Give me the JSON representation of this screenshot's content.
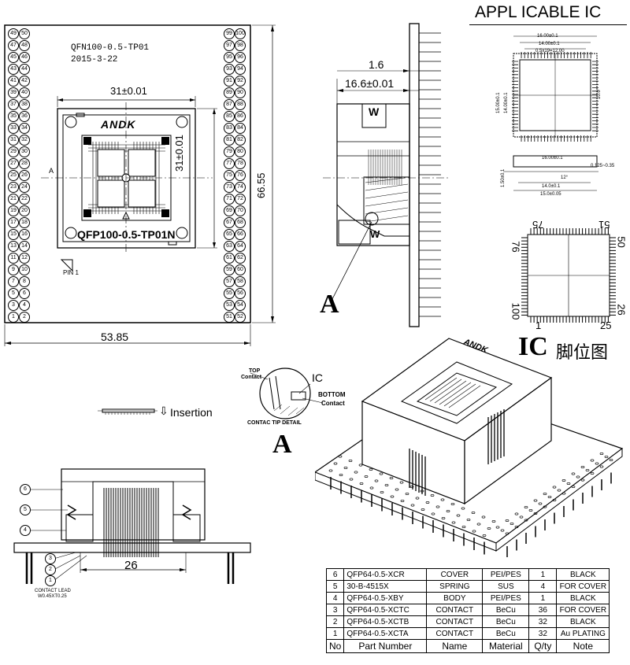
{
  "header": {
    "title": "APPL ICABLE IC"
  },
  "top_view": {
    "model": "QFN100-0.5-TP01",
    "date": "2015-3-22",
    "dim_top": "31±0.01",
    "dim_right": "31±0.01",
    "dim_height": "66.55",
    "dim_width": "53.85",
    "section_mark": "A",
    "logo": "ANDK",
    "part_label": "QFP100-0.5-TP01N",
    "pin1_label": "PIN 1",
    "left_pins": [
      "49 50",
      "47 48",
      "45 46",
      "43 44",
      "41 42",
      "39 40",
      "37 38",
      "35 36",
      "33 34",
      "31 32",
      "29 30",
      "27 28",
      "25 26",
      "23 24",
      "21 22",
      "19 20",
      "17 18",
      "15 16",
      "13 14",
      "11 12",
      "9 10",
      "7 8",
      "5 6",
      "3 4",
      "1 2"
    ],
    "right_pins": [
      "99 100",
      "97 98",
      "95 96",
      "93 94",
      "91 92",
      "89 90",
      "87 88",
      "85 86",
      "83 84",
      "81 82",
      "79 80",
      "77 78",
      "75 76",
      "73 74",
      "71 72",
      "69 70",
      "67 68",
      "65 66",
      "63 64",
      "61 62",
      "59 60",
      "57 58",
      "55 56",
      "53 54",
      "51 52"
    ]
  },
  "side_view": {
    "dim_a": "1.6",
    "dim_b": "16.6±0.01",
    "detail_label": "A",
    "w_label": "W"
  },
  "ic_drawing": {
    "dims_top": [
      "16.00±0.1",
      "14.00±0.1",
      "0.5x19=12.00"
    ],
    "dims_left": [
      "15.00±0.1",
      "14.00±0.1"
    ],
    "dim_right": "10.0",
    "side_dims": [
      "16.00±0.1",
      "0.125~0.35",
      "14.0±0.1",
      "15.0±0.05",
      "12°",
      "1.50±0.1"
    ],
    "pin_numbers": {
      "tl": "75",
      "tr": "51",
      "rt": "50",
      "lt": "76",
      "rb": "26",
      "lb": "100",
      "bl": "1",
      "br": "25"
    },
    "caption_ic": "IC",
    "caption_text": "脚位图"
  },
  "contact_detail": {
    "top": "TOP",
    "contact1": "Contact",
    "ic": "IC",
    "bottom": "BOTTOM",
    "contact2": "Contact",
    "caption": "CONTAC TIP DETAIL",
    "letter": "A"
  },
  "insertion": {
    "label": "Insertion",
    "arrow": "⇩"
  },
  "front_view": {
    "callouts": [
      "6",
      "5",
      "4",
      "3",
      "2",
      "1"
    ],
    "dim": "26",
    "lead_note_1": "CONTACT LEAD",
    "lead_note_2": "W0.45XT0.25"
  },
  "iso_logo": "ANDK",
  "bom": {
    "headers": [
      "No",
      "Part Number",
      "Name",
      "Material",
      "Q/ty",
      "Note"
    ],
    "rows": [
      [
        "6",
        "QFP64-0.5-XCR",
        "COVER",
        "PEI/PES",
        "1",
        "BLACK"
      ],
      [
        "5",
        "30-B-4515X",
        "SPRING",
        "SUS",
        "4",
        "FOR COVER"
      ],
      [
        "4",
        "QFP64-0.5-XBY",
        "BODY",
        "PEI/PES",
        "1",
        "BLACK"
      ],
      [
        "3",
        "QFP64-0.5-XCTC",
        "CONTACT",
        "BeCu",
        "36",
        "FOR COVER"
      ],
      [
        "2",
        "QFP64-0.5-XCTB",
        "CONTACT",
        "BeCu",
        "32",
        "BLACK"
      ],
      [
        "1",
        "QFP64-0.5-XCTA",
        "CONTACT",
        "BeCu",
        "32",
        "Au PLATING"
      ]
    ]
  }
}
